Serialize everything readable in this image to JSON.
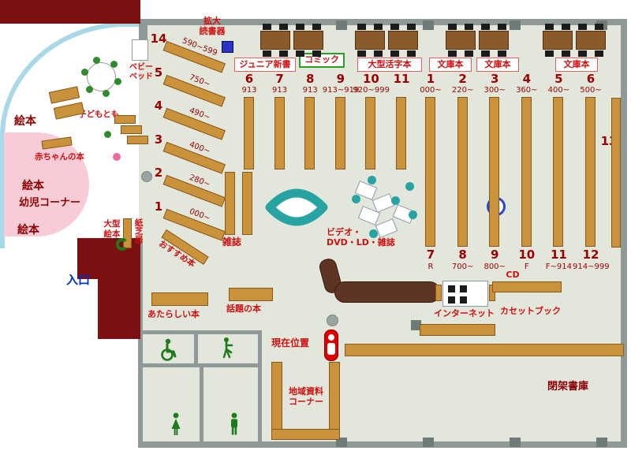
{
  "palette": {
    "floor": "#e3e6db",
    "wall": "#8f9a98",
    "shelf_brown": "#cb923c",
    "maroon": "#7c0f0f",
    "label_red": "#d01010",
    "number_red": "#9c0000",
    "entrance_blue": "#0030d0",
    "teal": "#27a3a3",
    "kids_pink": "#f8ccd6",
    "icon_green": "#1d7a1d",
    "marker_red": "#e00000"
  },
  "icons": {
    "star": "★"
  },
  "top": {
    "kakudai_l1": "拡大",
    "kakudai_l2": "読書器",
    "junior": "ジュニア新書",
    "comic": "コミック",
    "ogata_katsuji": "大型活字本",
    "bunko1": "文庫本",
    "bunko2": "文庫本",
    "bunko3": "文庫本"
  },
  "stacks": {
    "fan": [
      {
        "num": "14",
        "range": "590~599"
      },
      {
        "num": "5",
        "range": "750~"
      },
      {
        "num": "4",
        "range": "490~"
      },
      {
        "num": "3",
        "range": "400~"
      },
      {
        "num": "2",
        "range": "280~"
      },
      {
        "num": "1",
        "range": "000~"
      }
    ],
    "left": [
      {
        "num": "6",
        "range": "913"
      },
      {
        "num": "7",
        "range": "913"
      },
      {
        "num": "8",
        "range": "913"
      },
      {
        "num": "9",
        "range": "913~919"
      },
      {
        "num": "10",
        "range": "920~999"
      },
      {
        "num": "11",
        "range": ""
      }
    ],
    "right": [
      {
        "num": "1",
        "range": "000~",
        "num2": "7",
        "range2": "R"
      },
      {
        "num": "2",
        "range": "220~",
        "num2": "8",
        "range2": "700~"
      },
      {
        "num": "3",
        "range": "300~",
        "num2": "9",
        "range2": "800~"
      },
      {
        "num": "4",
        "range": "360~",
        "num2": "10",
        "range2": "F"
      },
      {
        "num": "5",
        "range": "400~",
        "num2": "11",
        "range2": "F~914"
      },
      {
        "num": "6",
        "range": "500~",
        "num2": "12",
        "range2": "914~999"
      }
    ],
    "col13": "13",
    "zasshi": "雑誌"
  },
  "center": {
    "video_l1": "ビデオ・",
    "video_l2": "DVD・LD・雑誌",
    "cd": "CD",
    "internet": "インターネット",
    "cassette": "カセットブック"
  },
  "kids": {
    "ehon1": "絵本",
    "ehon2": "絵本",
    "ehon3": "絵本",
    "youji_corner": "幼児コーナー",
    "akachan": "赤ちゃんの本",
    "kodomo": "子どもとも",
    "baby_bed_l1": "ベビー",
    "baby_bed_l2": "ベッド",
    "ogata_l1": "大型",
    "ogata_l2": "絵本",
    "kamishibai": "紙芝居",
    "osusume": "おすすめ本"
  },
  "bottom": {
    "entrance": "入口",
    "new_books": "あたらしい本",
    "topic_books": "話題の本",
    "current_pos": "現在位置",
    "chiiki_l1": "地域資料",
    "chiiki_l2": "コーナー",
    "heika": "閉架書庫"
  }
}
